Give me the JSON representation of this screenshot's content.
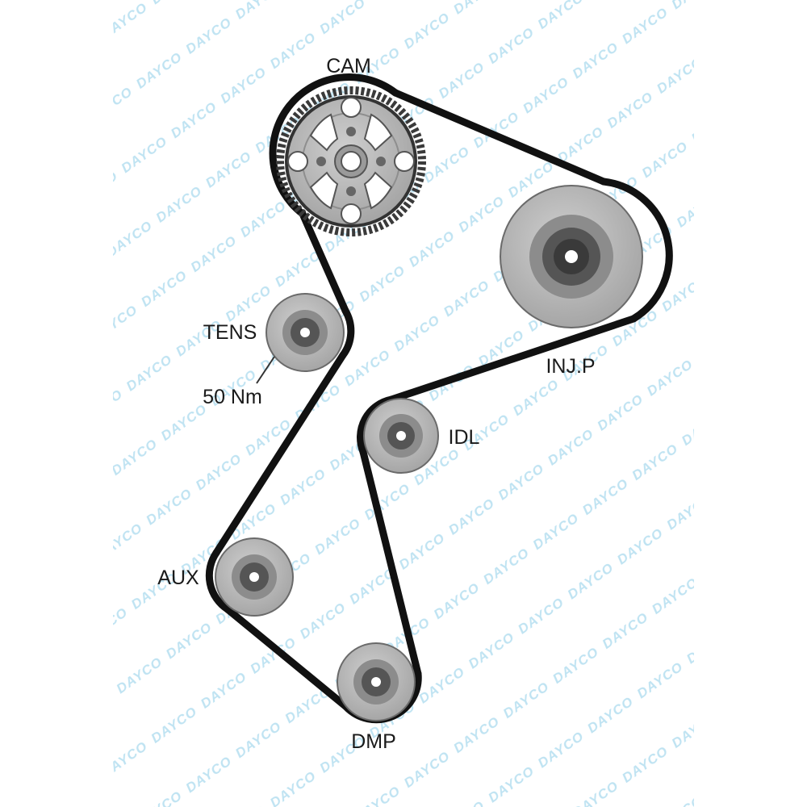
{
  "watermark": {
    "text": "DAYCO",
    "color": "#bfe3f2"
  },
  "colors": {
    "belt": "#111111",
    "pulley_face": "#b3b3b3",
    "pulley_ring": "#8c8c8c",
    "pulley_hub": "#555555",
    "pulley_bore": "#ffffff"
  },
  "labels": {
    "cam": "CAM",
    "tens": "TENS",
    "torque": "50 Nm",
    "injp": "INJ.P",
    "idl": "IDL",
    "aux": "AUX",
    "dmp": "DMP"
  }
}
